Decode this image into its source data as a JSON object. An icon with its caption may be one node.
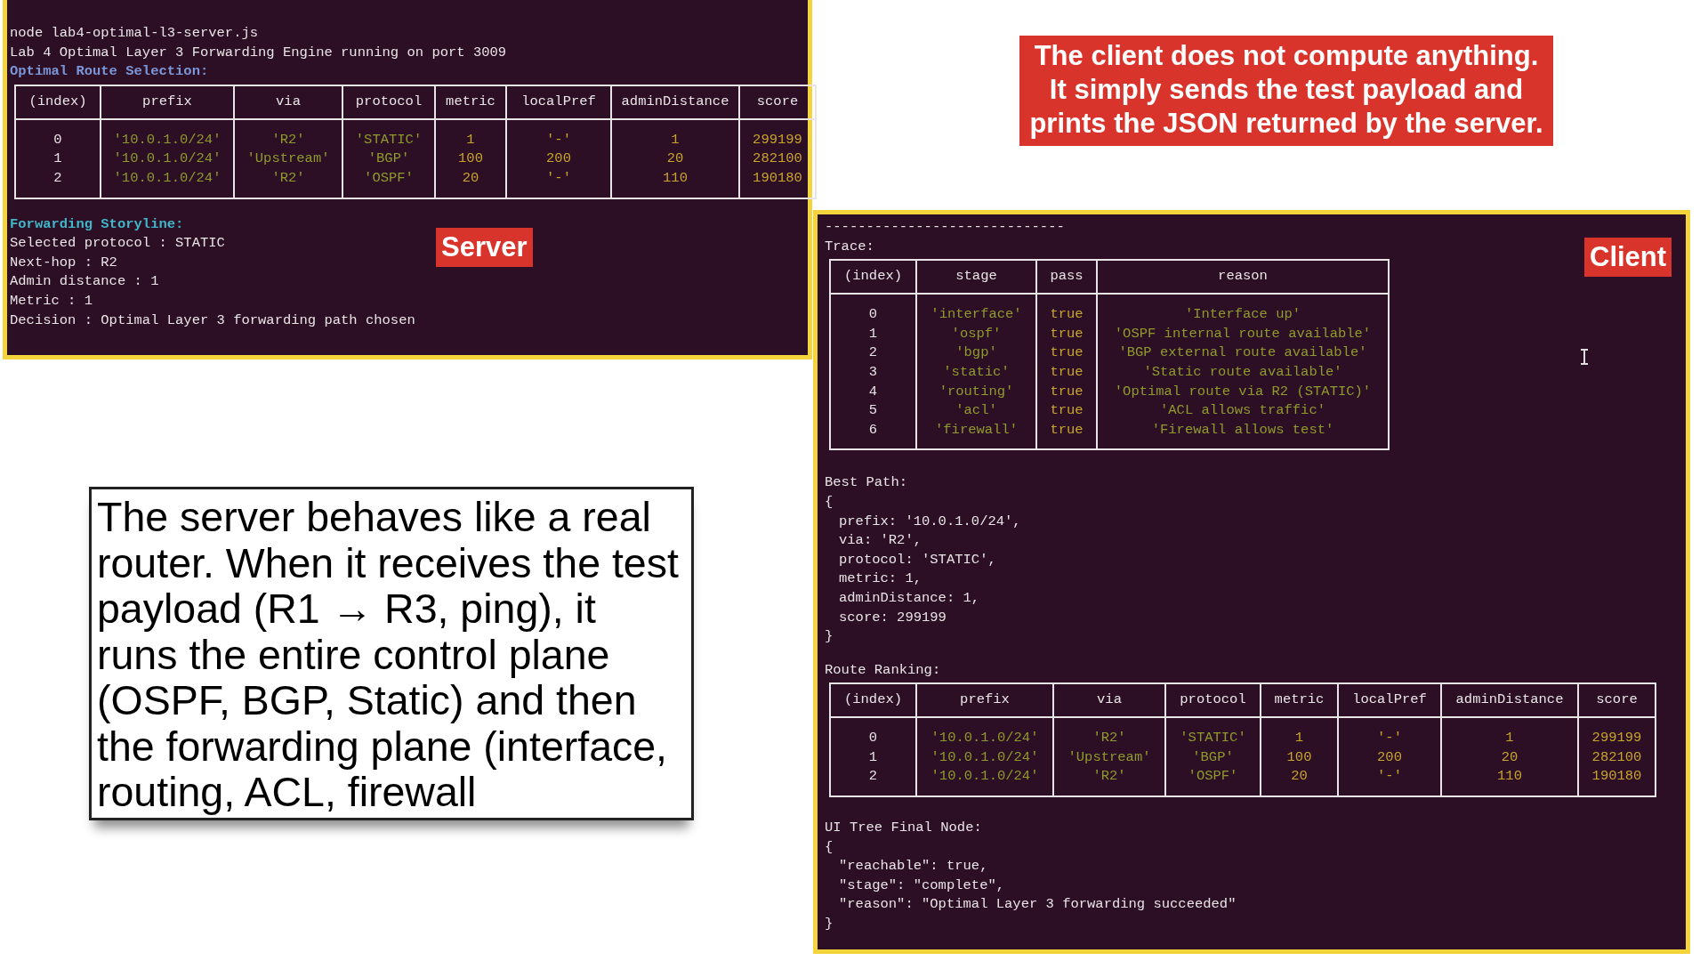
{
  "diagram": {
    "nodes": [
      {
        "text": [
          "node lab4-optimal-l3-server.js",
          "Lab 4 Optimal Layer 3 Forwarding Engine running on port 3009",
          "Optimal Route Selection:",
          "Forwarding Storyline:",
          "Selected protocol : STATIC",
          "Next-hop : R2",
          "Admin distance : 1",
          "Metric : 1",
          "Decision : Optimal Layer 3 forwarding path chosen"
        ]
      },
      {
        "text": [
          "Server"
        ],
        "in": 0
      },
      {
        "text": [
          "-----------------------------",
          "Trace:",
          "Best Path:",
          "{",
          "prefix: '10.0.1.0/24',",
          "via: 'R2',",
          "protocol: 'STATIC',",
          "metric: 1,",
          "adminDistance: 1,",
          "score: 299199",
          "}",
          "Route Ranking:",
          "UI Tree Final Node:",
          "{",
          "\"reachable\": true,",
          "\"stage\": \"complete\",",
          "\"reason\": \"Optimal Layer 3 forwarding succeeded\"",
          "}"
        ]
      },
      {
        "text": [
          "Client"
        ],
        "in": 2
      },
      {
        "text": [
          "The **client** does not compute anything. It simply sends the test payload and prints the JSON returned by the server."
        ]
      },
      {
        "text": [
          "The server behaves like a real router. When it receives the test payload (R1 → R3, ping), it runs the entire control plane (OSPF, BGP, Static) and then the forwarding plane (interface, routing, ACL, firewall"
        ]
      }
    ],
    "labels": [
      "(index)",
      "prefix",
      "via",
      "protocol",
      "metric",
      "localPref",
      "adminDistance",
      "score",
      "0",
      "'10.0.1.0/24'",
      "'R2'",
      "'STATIC'",
      "1",
      "'-'",
      "1",
      "299199",
      "1",
      "'10.0.1.0/24'",
      "'Upstream'",
      "'BGP'",
      "100",
      "200",
      "20",
      "282100",
      "2",
      "'10.0.1.0/24'",
      "'R2'",
      "'OSPF'",
      "20",
      "'-'",
      "110",
      "190180",
      "(index)",
      "stage",
      "pass",
      "reason",
      "0",
      "'interface'",
      "true",
      "'Interface up'",
      "1",
      "'ospf'",
      "true",
      "'OSPF internal route available'",
      "2",
      "'bgp'",
      "true",
      "'BGP external route available'",
      "3",
      "'static'",
      "true",
      "'Static route available'",
      "4",
      "'routing'",
      "true",
      "'Optimal route via R2 (STATIC)'",
      "5",
      "'acl'",
      "true",
      "'ACL allows traffic'",
      "6",
      "'firewall'",
      "true",
      "'Firewall allows test'",
      "(index)",
      "prefix",
      "via",
      "protocol",
      "metric",
      "localPref",
      "adminDistance",
      "score",
      "0",
      "'10.0.1.0/24'",
      "'R2'",
      "'STATIC'",
      "1",
      "'-'",
      "1",
      "299199",
      "1",
      "'10.0.1.0/24'",
      "'Upstream'",
      "'BGP'",
      "100",
      "200",
      "20",
      "282100",
      "2",
      "'10.0.1.0/24'",
      "'R2'",
      "'OSPF'",
      "20",
      "'-'",
      "110",
      "190180"
    ]
  }
}
